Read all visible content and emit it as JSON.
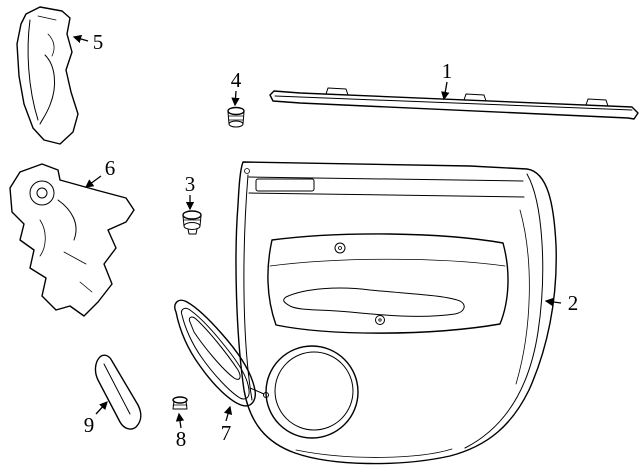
{
  "diagram": {
    "background_color": "#ffffff",
    "line_color": "#000000",
    "callouts": [
      {
        "label": "1"
      },
      {
        "label": "2"
      },
      {
        "label": "3"
      },
      {
        "label": "4"
      },
      {
        "label": "5"
      },
      {
        "label": "6"
      },
      {
        "label": "7"
      },
      {
        "label": "8"
      },
      {
        "label": "9"
      }
    ]
  }
}
